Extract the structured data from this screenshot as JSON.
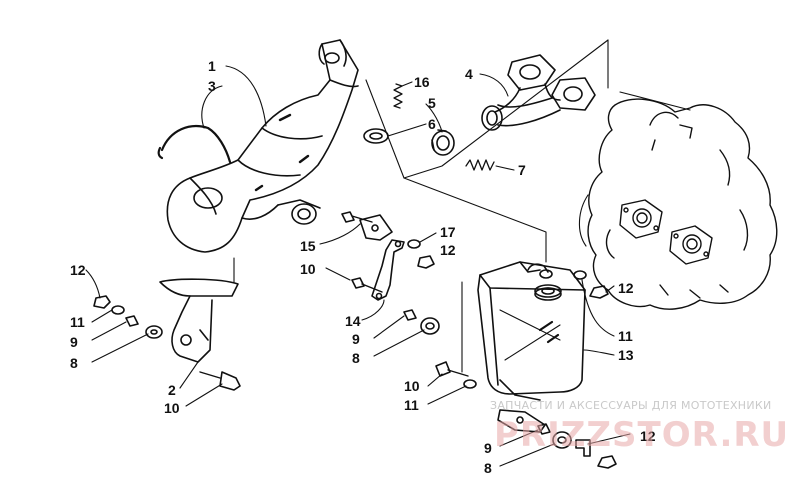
{
  "diagram": {
    "callouts": [
      {
        "id": "c1",
        "text": "1"
      },
      {
        "id": "c3",
        "text": "3"
      },
      {
        "id": "c16",
        "text": "16"
      },
      {
        "id": "c4",
        "text": "4"
      },
      {
        "id": "c5",
        "text": "5"
      },
      {
        "id": "c6",
        "text": "6"
      },
      {
        "id": "c7",
        "text": "7"
      },
      {
        "id": "c17",
        "text": "17"
      },
      {
        "id": "c15",
        "text": "15"
      },
      {
        "id": "c12a",
        "text": "12"
      },
      {
        "id": "c10a",
        "text": "10"
      },
      {
        "id": "c12b",
        "text": "12"
      },
      {
        "id": "c11a",
        "text": "11"
      },
      {
        "id": "c9a",
        "text": "9"
      },
      {
        "id": "c8a",
        "text": "8"
      },
      {
        "id": "c14",
        "text": "14"
      },
      {
        "id": "c9b",
        "text": "9"
      },
      {
        "id": "c8b",
        "text": "8"
      },
      {
        "id": "c12c",
        "text": "12"
      },
      {
        "id": "c11b",
        "text": "11"
      },
      {
        "id": "c13",
        "text": "13"
      },
      {
        "id": "c2",
        "text": "2"
      },
      {
        "id": "c10b",
        "text": "10"
      },
      {
        "id": "c10c",
        "text": "10"
      },
      {
        "id": "c11c",
        "text": "11"
      },
      {
        "id": "c9c",
        "text": "9"
      },
      {
        "id": "c12d",
        "text": "12"
      },
      {
        "id": "c8c",
        "text": "8"
      }
    ]
  },
  "watermark": {
    "tagline": "ЗАПЧАСТИ И АКСЕССУАРЫ ДЛЯ МОТОТЕХНИКИ",
    "brand": "PRIZZSTOR.RU",
    "color_red": "#d93a3a",
    "color_gray": "#c9c9c9"
  }
}
